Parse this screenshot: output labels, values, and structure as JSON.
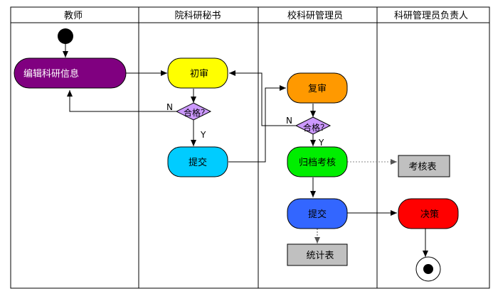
{
  "lanes": [
    "教师",
    "院科研秘书",
    "校科研管理员",
    "科研管理员负责人"
  ],
  "nodes": {
    "edit_info": "编辑科研信息",
    "first_review": "初审",
    "first_decision": "合格？",
    "submit_secretary": "提交",
    "second_review": "复审",
    "second_decision": "合格？",
    "archive": "归档考核",
    "submit_admin": "提交",
    "stats_table": "统计表",
    "assessment_table": "考核表",
    "decision": "决策"
  },
  "edge_labels": {
    "no": "N",
    "yes": "Y"
  },
  "colors": {
    "edit_info": "#800080",
    "first_review": "#ffff00",
    "first_decision": "#cc99ff",
    "submit_secretary": "#00ccff",
    "second_review": "#ff9900",
    "second_decision": "#cc99ff",
    "archive": "#00ee00",
    "submit_admin": "#3366ff",
    "decision": "#ff0000",
    "document_fill": "#c0c0c0"
  }
}
